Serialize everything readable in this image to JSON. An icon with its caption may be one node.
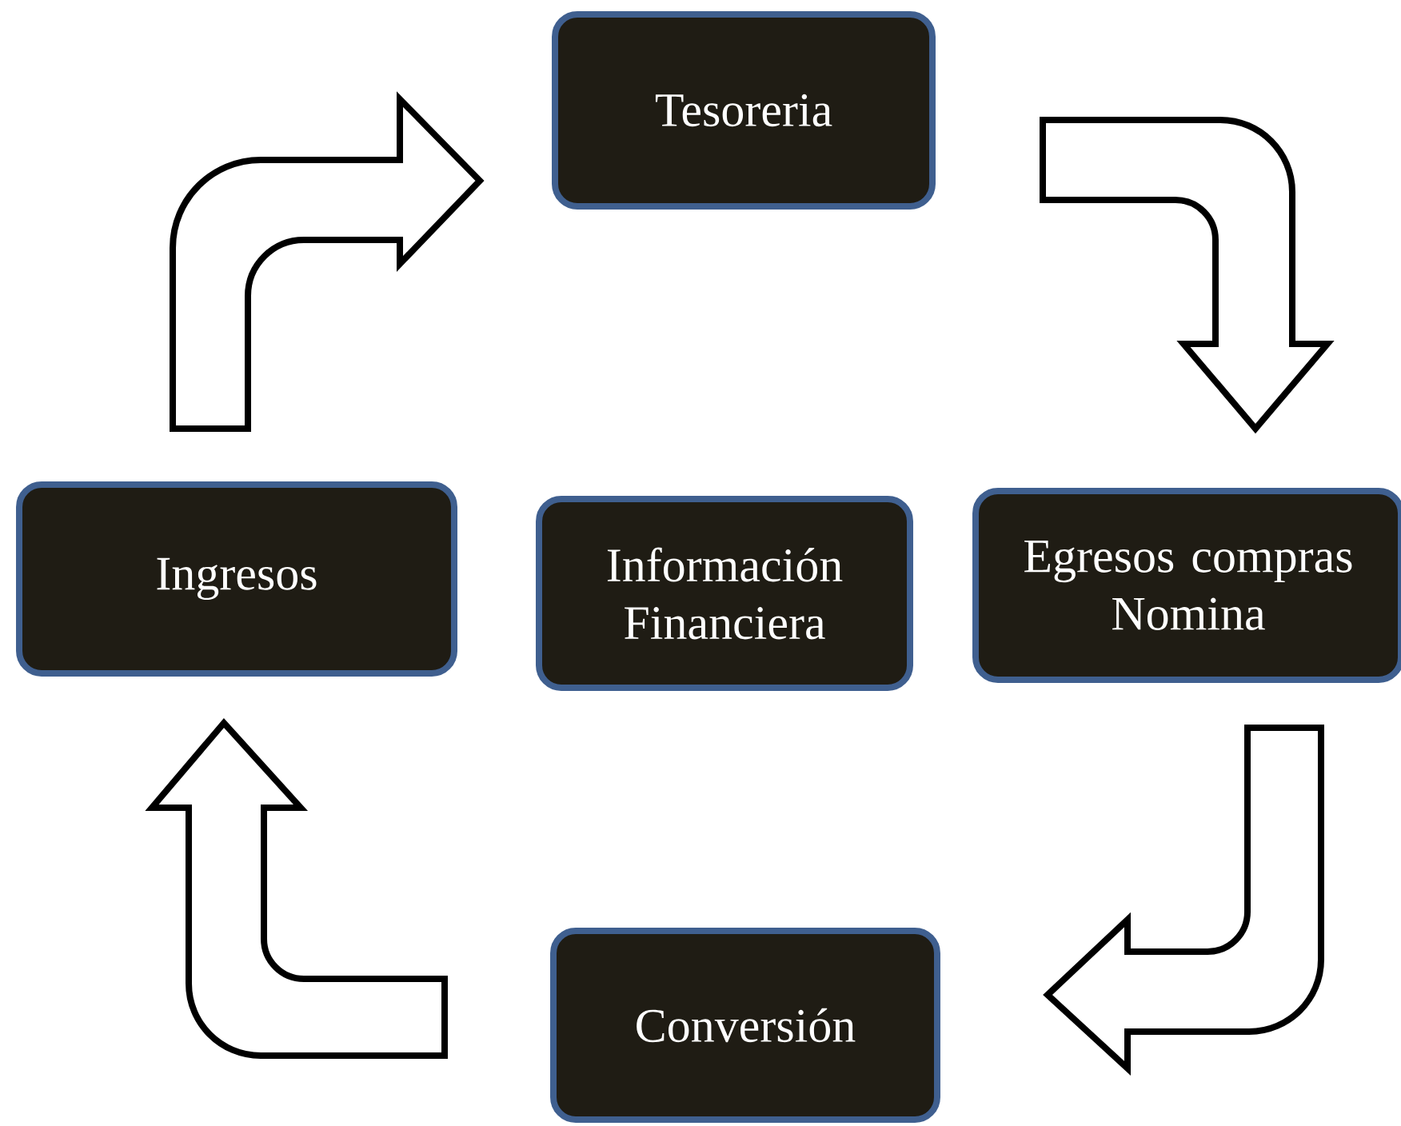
{
  "diagram": {
    "nodes": [
      {
        "text": [
          "Tesoreria"
        ]
      },
      {
        "text": [
          "Egresos compras Nomina"
        ]
      },
      {
        "text": [
          "Conversión"
        ]
      },
      {
        "text": [
          "Ingresos"
        ]
      },
      {
        "text": [
          "Información Financiera"
        ]
      }
    ],
    "edges": [
      {
        "from": 0,
        "to": 1,
        "arrow": "to"
      },
      {
        "from": 1,
        "to": 2,
        "arrow": "to"
      },
      {
        "from": 2,
        "to": 3,
        "arrow": "to"
      },
      {
        "from": 3,
        "to": 0,
        "arrow": "to"
      }
    ]
  }
}
